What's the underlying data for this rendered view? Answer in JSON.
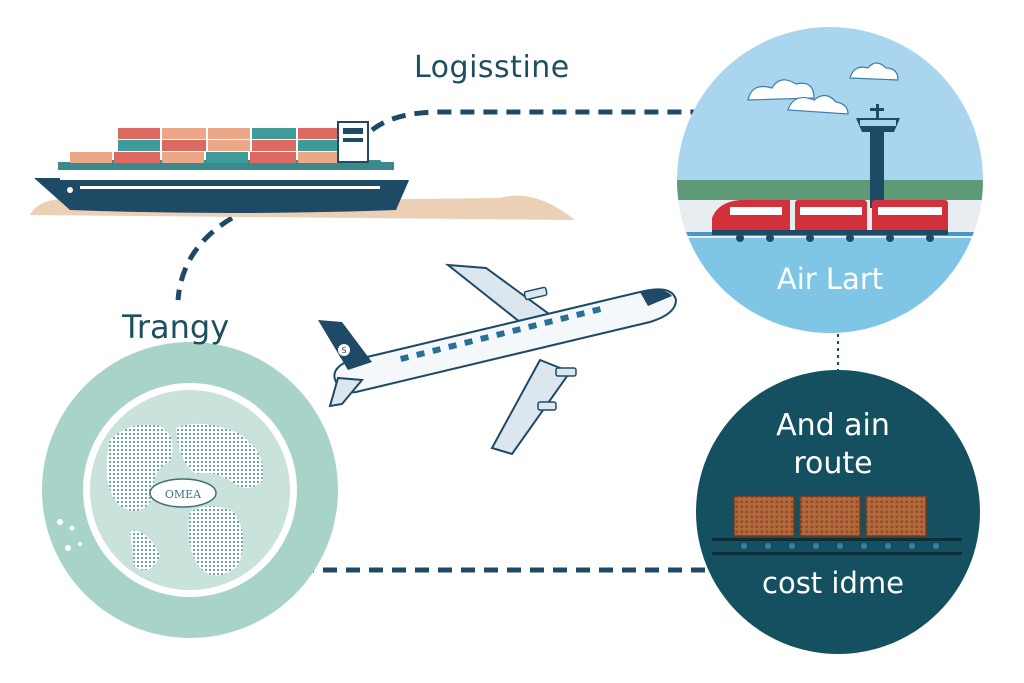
{
  "labels": {
    "top": "Logisstine",
    "left": "Trangy",
    "air_circle": "Air Lart",
    "route_line1": "And ain",
    "route_line2": "route",
    "route_bottom": "cost idme",
    "globe_emblem": "OMEA",
    "plane_tail": "S"
  },
  "nodes": [
    {
      "id": "cargo-ship",
      "kind": "ship-icon"
    },
    {
      "id": "airport-rail",
      "kind": "train-icon"
    },
    {
      "id": "airplane",
      "kind": "plane-icon"
    },
    {
      "id": "globe",
      "kind": "world-map-icon"
    },
    {
      "id": "cargo-route",
      "kind": "container-icon"
    }
  ],
  "colors": {
    "text_dark": "#1d4f5e",
    "navy": "#1e4a66",
    "teal_dark": "#14505f",
    "teal_light": "#a8d3c8",
    "sky": "#a9d6ee",
    "water": "#7fc6e6",
    "container_red": "#dd6a62",
    "container_teal": "#3f9a9a",
    "container_peach": "#eba788",
    "train_red": "#d2303a",
    "crate_brown": "#b0663a",
    "sand": "#ecd0b6"
  }
}
